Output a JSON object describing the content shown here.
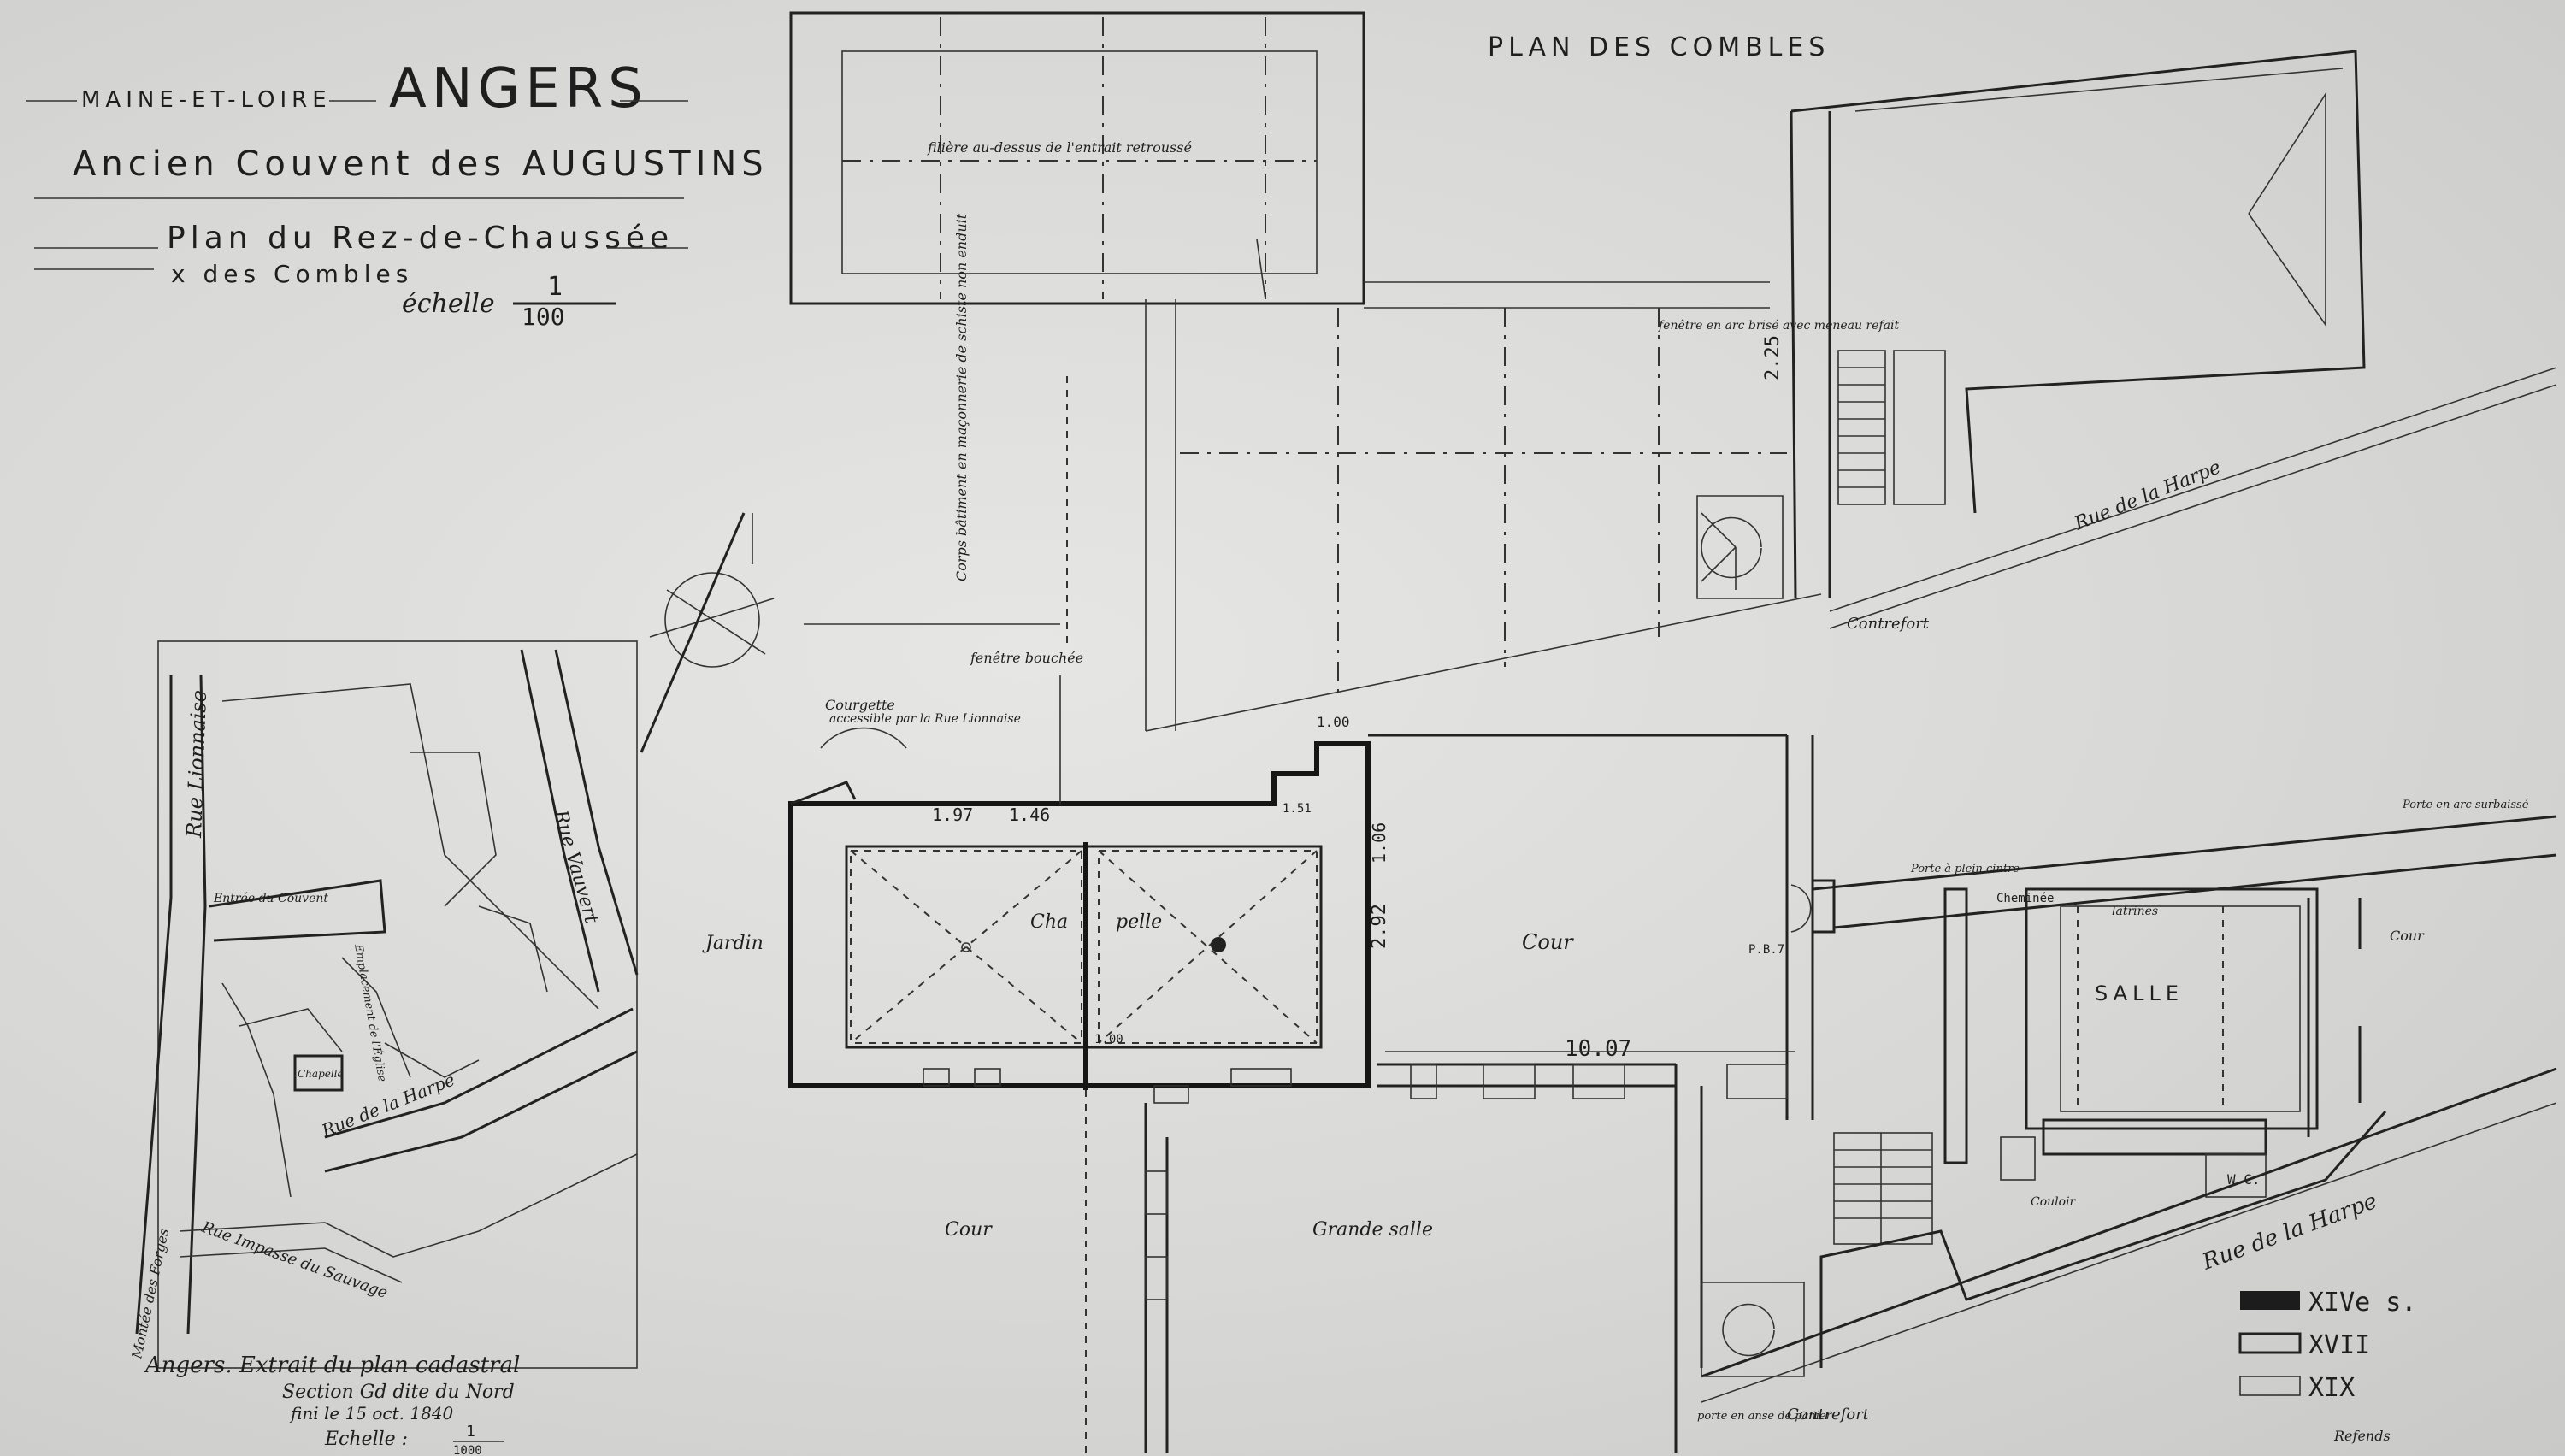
{
  "title_block": {
    "department": "MAINE-ET-LOIRE",
    "city": "ANGERS",
    "building": "Ancien Couvent des AUGUSTINS",
    "plan_title": "Plan du Rez-de-Chaussée",
    "plan_subtitle": "x des Combles",
    "scale_label": "échelle",
    "scale_num": "1",
    "scale_den": "100"
  },
  "attic_plan": {
    "title": "PLAN DES COMBLES",
    "beam_label": "filière au-dessus de l'entrait retroussé"
  },
  "labels": {
    "chapelle_left": "Cha",
    "chapelle_right": "pelle",
    "cour_center": "Cour",
    "cour_bottom": "Cour",
    "cour_right": "Cour",
    "grande_salle": "Grande salle",
    "salle": "SALLE",
    "jardin": "Jardin",
    "rue_de_la_harpe_top": "Rue de la Harpe",
    "rue_de_la_harpe_bottom": "Rue de la Harpe",
    "contrefort_1": "Contrefort",
    "contrefort_2": "Contrefort",
    "cheminee": "Cheminée",
    "wc": "W.C.",
    "couloir": "Couloir",
    "latrines": "latrines",
    "fenetre_bouchee": "fenêtre bouchée",
    "courgette": "Courgette",
    "accessible": "accessible par la Rue Lionnaise",
    "corps_batiment": "Corps bâtiment en maçonnerie de schiste non enduit",
    "fenetre_meneau": "fenêtre en arc brisé avec meneau refait",
    "porte_plein_cintre": "Porte à plein cintre",
    "porte_arc_surbaisse": "Porte en arc surbaissé",
    "porte_anse": "porte en anse de panier",
    "refends": "Refends",
    "p_b": "P.B.7",
    "dim_1": "1.97",
    "dim_2": "1.46",
    "dim_3": "1.00",
    "dim_4": "10.07",
    "dim_5": "2.92",
    "dim_6": "1.06",
    "dim_7": "2.25",
    "dim_8": "1.00",
    "dim_9": "1.51"
  },
  "cadastral": {
    "rue_lionnaise": "Rue Lionnaise",
    "rue_vauvert": "Rue Vauvert",
    "rue_harpe": "Rue de la Harpe",
    "rue_impasse": "Rue Impasse du Sauvage",
    "rue_forges": "Montée des Forges",
    "entree_couvent": "Entrée du Couvent",
    "emplacement_eglise": "Emplacement de l'Église",
    "chapelle": "Chapelle",
    "caption_line1": "Angers. Extrait du plan cadastral",
    "caption_line2": "Section Gd dite du Nord",
    "caption_line3": "fini le 15 oct. 1840",
    "caption_scale": "Echelle :",
    "caption_scale_num": "1",
    "caption_scale_den": "1000"
  },
  "legend": [
    {
      "label": "XIVe s."
    },
    {
      "label": "XVII"
    },
    {
      "label": "XIX"
    }
  ],
  "colors": {
    "paper": "#dcdcda",
    "ink": "#1c1c1c"
  }
}
